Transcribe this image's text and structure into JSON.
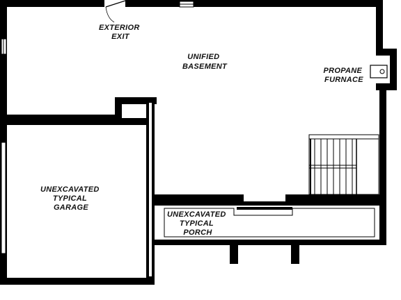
{
  "labels": {
    "exterior_exit": [
      "EXTERIOR",
      "EXIT"
    ],
    "unified_basement": [
      "UNIFIED",
      "BASEMENT"
    ],
    "propane_furnace": [
      "PROPANE",
      "FURNACE"
    ],
    "garage": [
      "UNEXCAVATED",
      "TYPICAL",
      "GARAGE"
    ],
    "porch": [
      "UNEXCAVATED",
      "TYPICAL",
      "PORCH"
    ]
  },
  "colors": {
    "wall": "#000000",
    "paper": "#ffffff",
    "line": "#333333"
  },
  "icons": {
    "door": "door-swing-icon",
    "furnace": "furnace-icon",
    "stairs": "stairs-icon",
    "window": "window-icon"
  }
}
